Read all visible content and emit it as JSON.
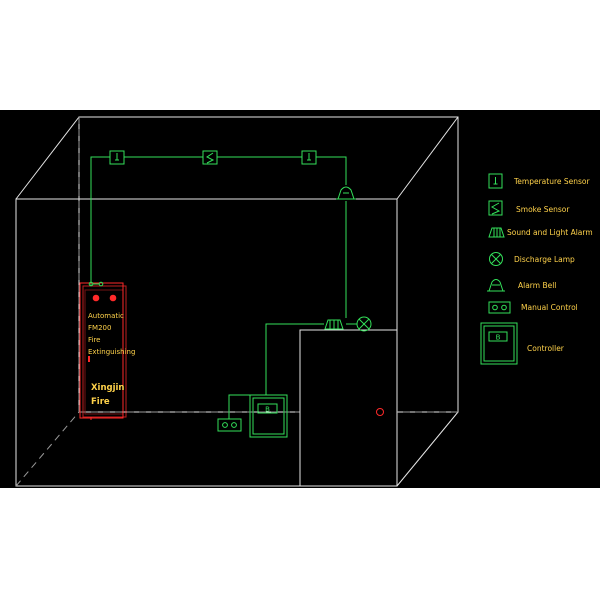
{
  "colors": {
    "background": "#000000",
    "room_line": "#e6e6e6",
    "wire": "#33e05a",
    "cabinet": "#ff2a2a",
    "label_text": "#ffd24a"
  },
  "cabinet": {
    "line1": "Automatic",
    "line2": "FM200",
    "line3": "Fire",
    "line4": "Extinguishing",
    "brand_line1": "Xingjin",
    "brand_line2": "Fire"
  },
  "controller_device": {
    "label": "B"
  },
  "legend": {
    "temperature_sensor": "Temperature Sensor",
    "smoke_sensor": "Smoke Sensor",
    "sound_light_alarm": "Sound and Light Alarm",
    "discharge_lamp": "Discharge Lamp",
    "alarm_bell": "Alarm Bell",
    "manual_control": "Manual Control",
    "controller": "Controller",
    "controller_symbol_label": "B"
  }
}
